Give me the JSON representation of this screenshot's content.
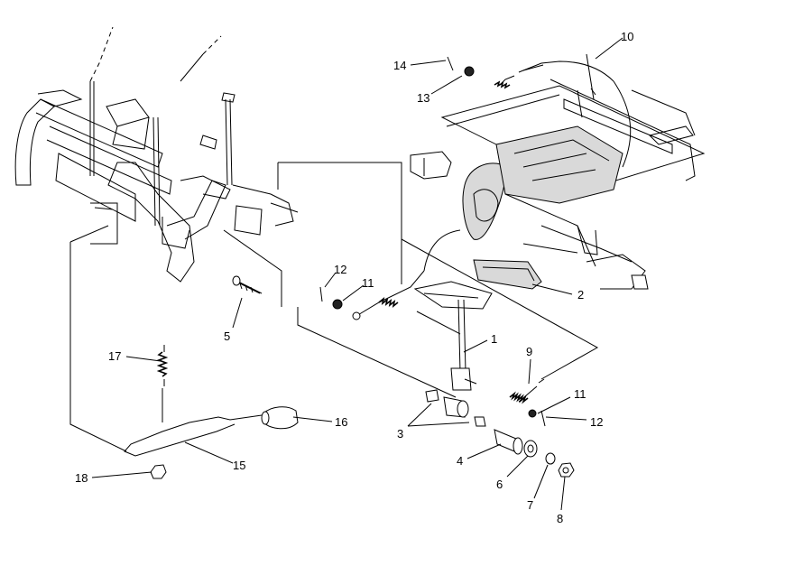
{
  "diagram": {
    "part_labels": [
      "1",
      "2",
      "3",
      "4",
      "5",
      "6",
      "7",
      "8",
      "9",
      "10",
      "11",
      "11",
      "12",
      "12",
      "13",
      "14",
      "15",
      "16",
      "17",
      "18"
    ]
  }
}
